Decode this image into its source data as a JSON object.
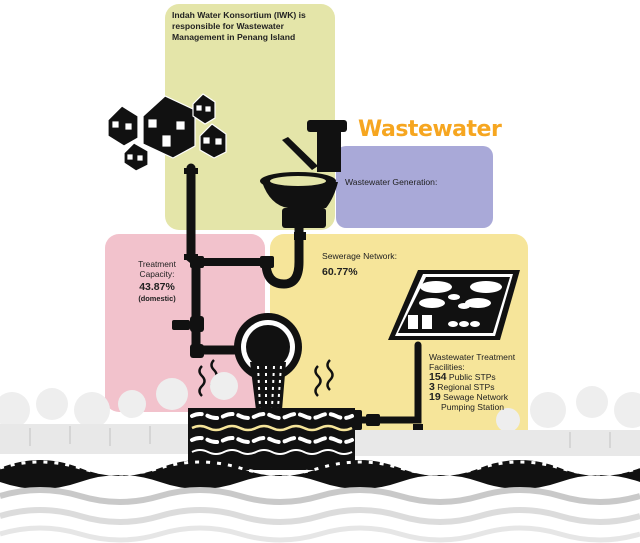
{
  "iwk": {
    "text": "Indah Water Konsortium (IWK) is responsible for Wastewater Management in Penang Island"
  },
  "title": "Wastewater",
  "generation": {
    "label": "Wastewater Generation:"
  },
  "treatment_capacity": {
    "label_1": "Treatment",
    "label_2": "Capacity:",
    "value": "43.87%",
    "note": "(domestic)"
  },
  "sewerage_network": {
    "label": "Sewerage Network:",
    "value": "60.77%"
  },
  "treatment_facilities": {
    "label_1": "Wastewater Treatment",
    "label_2": "Facilities:",
    "items": [
      {
        "num": "154",
        "text": "Public STPs"
      },
      {
        "num": "3",
        "text": "Regional STPs"
      },
      {
        "num": "19",
        "text": "Sewage Network"
      }
    ],
    "continuation": "Pumping Station"
  },
  "colors": {
    "iwk_panel": "#e4e5a9",
    "generation_panel": "#a9a9d8",
    "capacity_panel": "#f2c2cc",
    "network_panel": "#f6e59a",
    "title": "#f6a620",
    "pipe": "#111111"
  }
}
